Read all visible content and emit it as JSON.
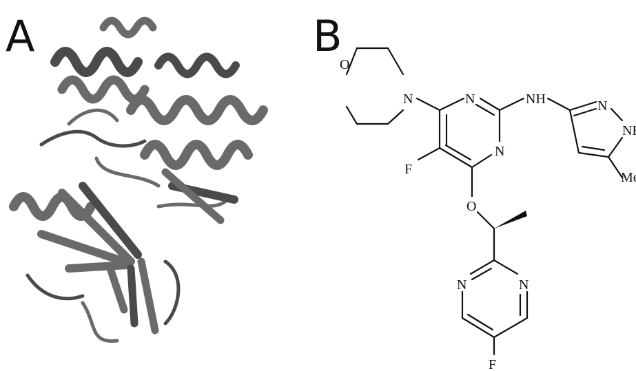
{
  "panels": {
    "a_label": "A",
    "b_label": "B"
  },
  "protein": {
    "ribbon_color": "#6a6a6a",
    "ribbon_dark": "#4a4a4a"
  },
  "molecule": {
    "atoms": {
      "morpholine_o": "O",
      "morpholine_n": "N",
      "pyrimidine_n1": "N",
      "pyrimidine_n3": "N",
      "amine_nh": "NH",
      "pyrazole_n1": "N",
      "pyrazole_nh": "NH",
      "methyl": "Me",
      "fluoro_core": "F",
      "ether_o": "O",
      "pyrimidine2_n1": "N",
      "pyrimidine2_n3": "N",
      "fluoro_terminal": "F"
    }
  }
}
